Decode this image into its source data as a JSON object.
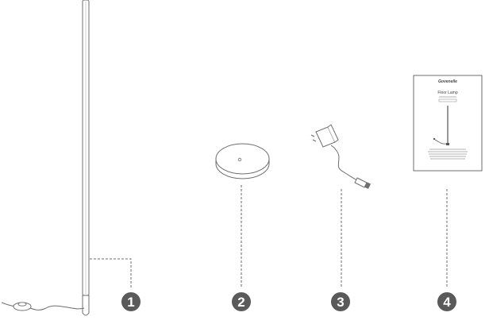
{
  "parts": [
    {
      "number": "1",
      "icon": "floor-lamp-pole-icon"
    },
    {
      "number": "2",
      "icon": "lamp-base-disc-icon"
    },
    {
      "number": "3",
      "icon": "power-adapter-icon"
    },
    {
      "number": "4",
      "icon": "user-manual-icon"
    }
  ],
  "manual": {
    "brand": "Govenelle",
    "title": "Floor Lamp"
  },
  "colors": {
    "line": "#6e6e6e",
    "badge": "#5a5a5a",
    "badge_text": "#ffffff"
  }
}
